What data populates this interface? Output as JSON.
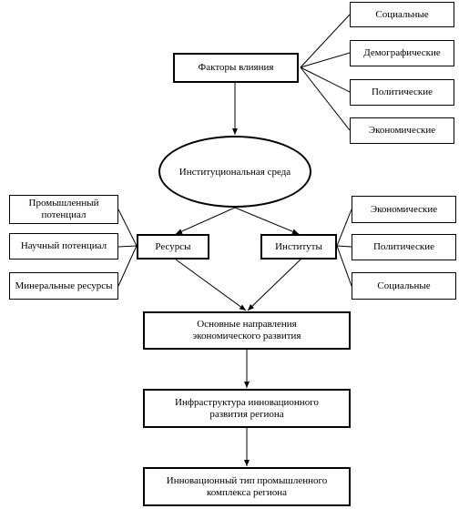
{
  "factors": {
    "title": "Факторы влияния"
  },
  "factor_types": [
    "Социальные",
    "Демографические",
    "Политические",
    "Экономические"
  ],
  "environment": "Институциональная среда",
  "resources": {
    "title": "Ресурсы",
    "items": [
      "Промышленный потенциал",
      "Научный потенциал",
      "Минеральные ресурсы"
    ]
  },
  "institutes": {
    "title": "Институты",
    "items": [
      "Экономические",
      "Политические",
      "Социальные"
    ]
  },
  "flow": [
    "Основные направления экономического развития",
    "Инфраструктура инновационного развития региона",
    "Инновационный тип промышленного комплекса региона"
  ]
}
